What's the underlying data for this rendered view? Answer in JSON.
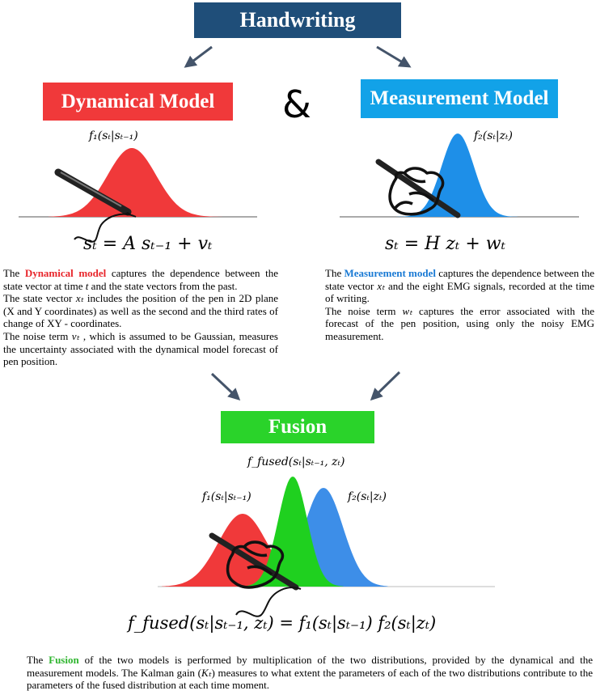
{
  "header": {
    "title": "Handwriting"
  },
  "connector": {
    "symbol": "&"
  },
  "dynamical": {
    "box_label": "Dynamical Model",
    "dist_label": "f₁(sₜ|sₜ₋₁)",
    "equation": "sₜ = A sₜ₋₁ + vₜ",
    "text": {
      "p1_a": "The ",
      "p1_hl": "Dynamical model",
      "p1_b": " captures the dependence between the state vector at time ",
      "p1_t": "t",
      "p1_c": " and the state vectors from the past.",
      "p2_a": "The state vector ",
      "p2_x": "xₜ",
      "p2_b": " includes the position of the pen in 2D plane (X and Y coordinates) as well as the second and the third rates of change of XY - coordinates.",
      "p3_a": "The noise term ",
      "p3_v": "vₜ",
      "p3_b": " , which is assumed to be Gaussian, measures the uncertainty associated with the dynamical model forecast of pen position."
    }
  },
  "measurement": {
    "box_label": "Measurement Model",
    "dist_label": "f₂(sₜ|zₜ)",
    "equation": "sₜ = H zₜ + wₜ",
    "text": {
      "p1_a": "The ",
      "p1_hl": "Measurement model",
      "p1_b": " captures the dependence between the state vector ",
      "p1_x": "xₜ",
      "p1_c": " and the eight EMG signals, recorded at the time of writing.",
      "p2_a": "The noise term ",
      "p2_w": "wₜ",
      "p2_b": " captures the error associated with the forecast of the pen position, using only the noisy EMG measurement."
    }
  },
  "fusion": {
    "box_label": "Fusion",
    "fused_label": "f_fused(sₜ|sₜ₋₁, zₜ)",
    "f1_label": "f₁(sₜ|sₜ₋₁)",
    "f2_label": "f₂(sₜ|zₜ)",
    "equation": "f_fused(sₜ|sₜ₋₁, zₜ) = f₁(sₜ|sₜ₋₁) f₂(sₜ|zₜ)",
    "text": {
      "a": "The ",
      "hl": "Fusion",
      "b": " of the two models is performed by multiplication of the two distributions, provided by the dynamical and the measurement models. The Kalman gain (",
      "k": "Kₜ",
      "c": ") measures to what extent the parameters of each of the two distributions contribute to the parameters of the fused distribution at each time moment."
    }
  },
  "colors": {
    "header": "#1f4e79",
    "dynamical": "#f0393a",
    "measurement": "#12a2e8",
    "fusion": "#2ad32a",
    "arrow": "#44546a"
  }
}
